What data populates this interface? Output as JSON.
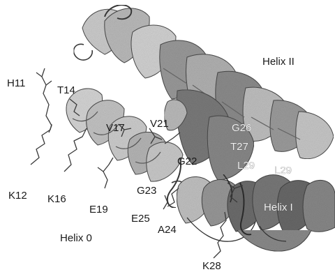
{
  "helices": {
    "helix_0": "Helix 0",
    "helix_1": "Helix I",
    "helix_2": "Helix II"
  },
  "residues": {
    "H11": "H11",
    "T14": "T14",
    "V17": "V17",
    "V21": "V21",
    "G26": "G26",
    "T27": "T27",
    "G22": "G22",
    "L29_a": "L29",
    "L29_b": "L29",
    "K12": "K12",
    "K16": "K16",
    "G23": "G23",
    "E19": "E19",
    "E25": "E25",
    "A24": "A24",
    "K28": "K28"
  },
  "colors": {
    "ribbon_light": "#d2d2d2",
    "ribbon_mid": "#a8a8a8",
    "ribbon_dark": "#7a7a7a",
    "ribbon_edge": "#4a4a4a",
    "sidechain": "#3a3a3a"
  }
}
